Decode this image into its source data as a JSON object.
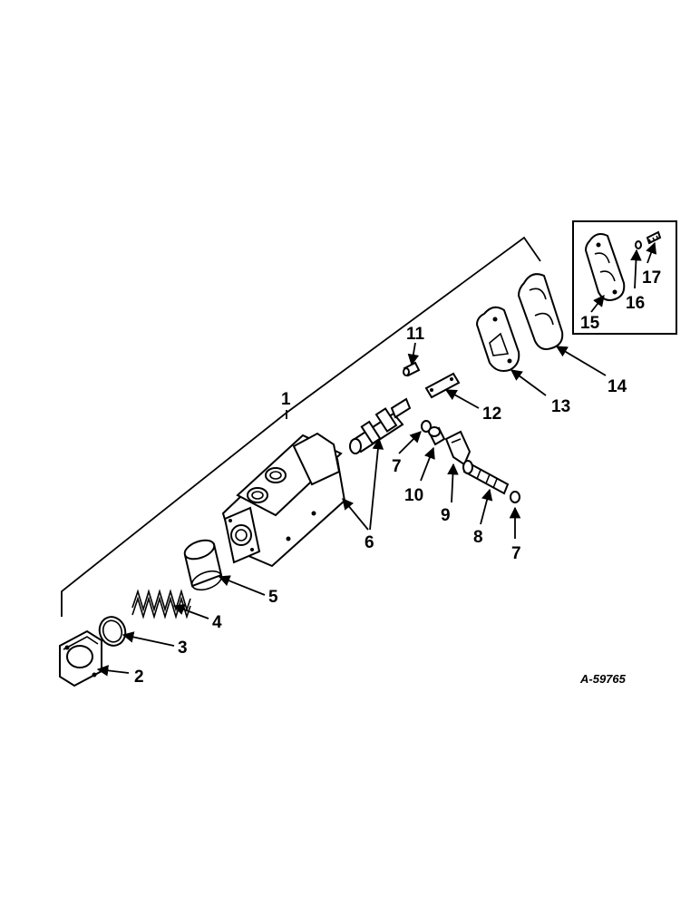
{
  "diagram": {
    "drawing_code": "A-59765",
    "callouts": {
      "c1": "1",
      "c2": "2",
      "c3": "3",
      "c4": "4",
      "c5": "5",
      "c6": "6",
      "c7a": "7",
      "c7b": "7",
      "c8": "8",
      "c9": "9",
      "c10": "10",
      "c11": "11",
      "c12": "12",
      "c13": "13",
      "c14": "14",
      "c15": "15",
      "c16": "16",
      "c17": "17"
    }
  }
}
